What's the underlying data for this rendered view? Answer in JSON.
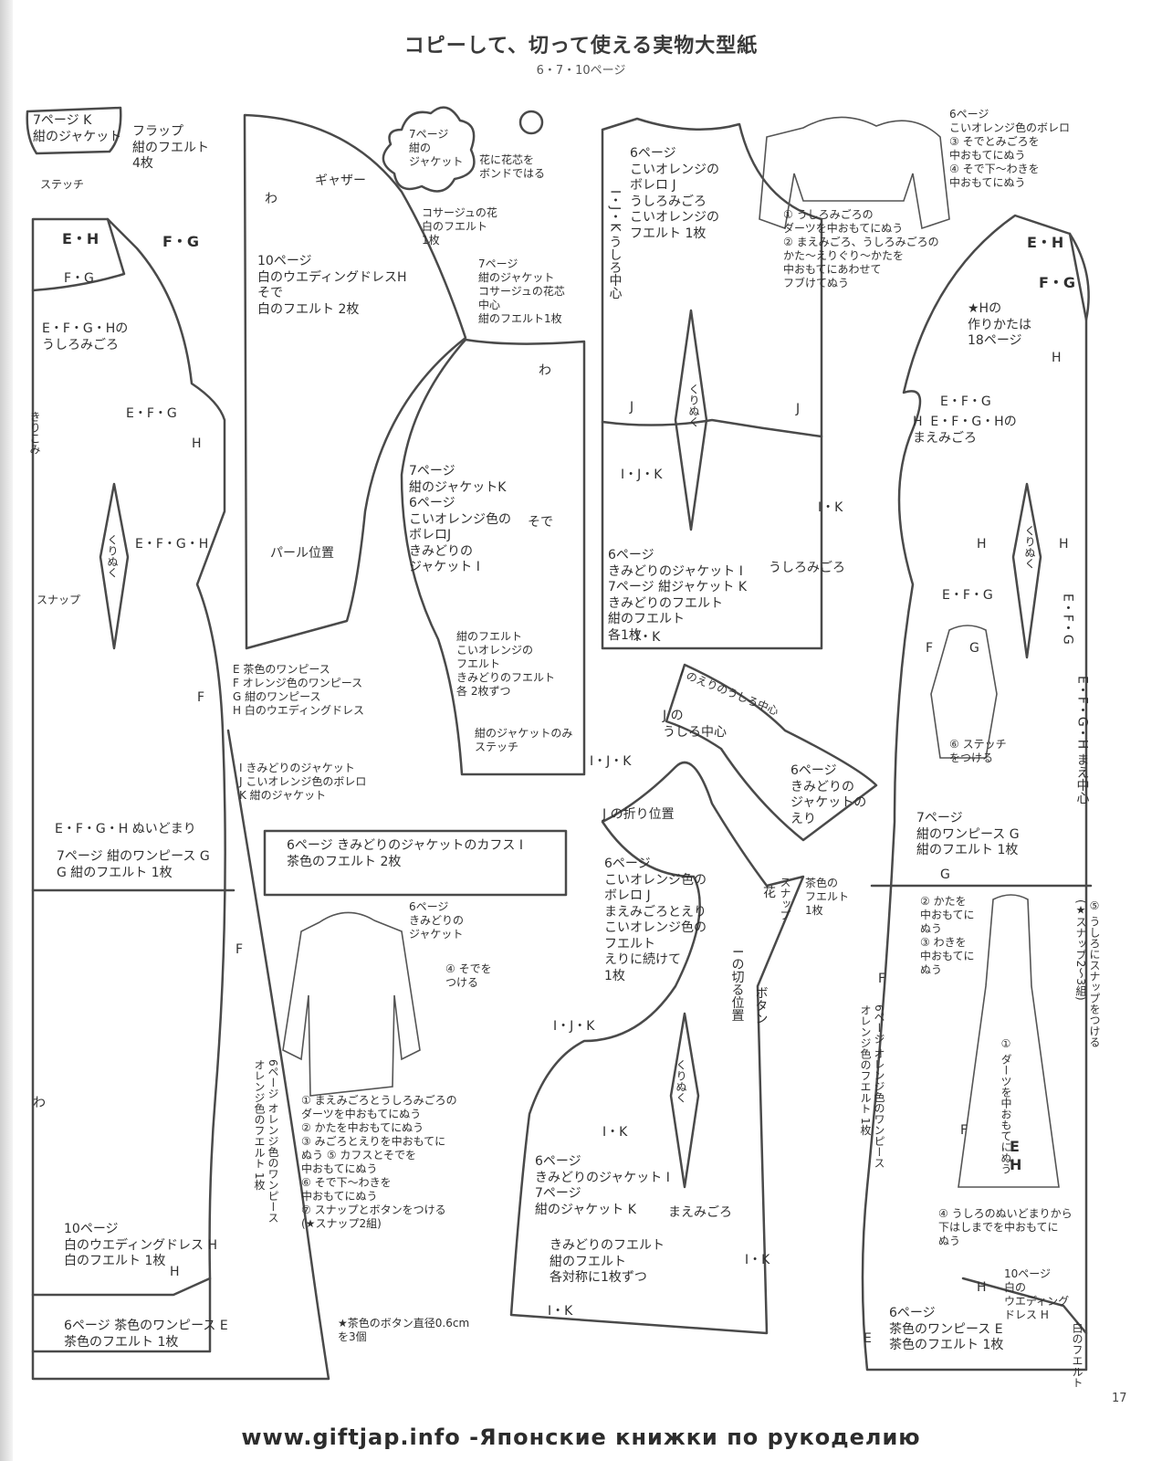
{
  "header": {
    "title": "コピーして、切って使える実物大型紙",
    "subtitle": "6・7・10ページ"
  },
  "labels": {
    "flap_k": "7ページ K\n紺のジャケット",
    "flap_desc": "フラップ\n紺のフエルト\n4枚",
    "stitch": "ステッチ",
    "corsage_tag": "7ページ\n紺の\nジャケット",
    "flower_note": "花に花芯を\nボンドではる",
    "corsage_flower": "コサージュの花\n白のフエルト\n1枚",
    "corsage_center": "7ページ\n紺のジャケット\nコサージュの花芯\n中心\n紺のフエルト1枚",
    "gather": "ギャザー",
    "wa": "わ",
    "dress_h_sleeve": "10ページ\n白のウエディングドレスH\nそで\n白のフエルト 2枚",
    "pearl": "パール位置",
    "back_efgh": "E・F・G・Hの\nうしろみごろ",
    "eh_top_left": "E・H",
    "fg_top_left": "F・G",
    "fg_side_left": "F・G",
    "efg_left": "E・F・G",
    "h_left": "H",
    "kiri": "きりこみ",
    "kurinuku": "くりぬく",
    "efgh_left": "E・F・G・H",
    "snap_left": "スナップ",
    "f_left": "F",
    "dress_list": "E 茶色のワンピース\nF オレンジ色のワンピース\nG 紺のワンピース\nH 白のウエディングドレス",
    "jacket_list": "I きみどりのジャケット\nJ こいオレンジ色のボレロ\nK 紺のジャケット",
    "seam_end": "E・F・G・H ぬいどまり",
    "navy_dress_g": "7ページ 紺のワンピース G\nG 紺のフエルト 1枚",
    "cuff": "6ページ きみどりのジャケットのカフス I\n茶色のフエルト 2枚",
    "wedding_back": "10ページ\n白のウエディングドレス H\n白のフエルト 1枚",
    "h_bottom_left": "H",
    "brown_back": "6ページ 茶色のワンピース E\n茶色のフエルト 1枚",
    "f_mid_left": "F",
    "orange_dress_vert": "6ページ オレンジ色のワンピース\nオレンジ色のフエルト 1枚",
    "sleeve_ijk": "7ページ\n紺のジャケットK\n6ページ\nこいオレンジ色の\nボレロJ\nきみどりの\nジャケット I",
    "sode": "そで",
    "sleeve_felt": "紺のフエルト\nこいオレンジの\nフエルト\nきみどりのフエルト\n各 2枚ずつ",
    "navy_only_stitch": "紺のジャケットのみ\nステッチ",
    "ijk_sleeve_bottom": "I・J・K",
    "bolero_back": "6ページ\nこいオレンジの\nボレロ J\nうしろみごろ\nこいオレンジの\nフエルト 1枚",
    "ijk_back_center": "I・J・K うしろ中心",
    "j_mark": "J",
    "ijk_mark": "I・J・K",
    "ik_mark": "I・K",
    "back_jackets": "6ページ\nきみどりのジャケット I\n7ページ 紺ジャケット K\nきみどりのフエルト\n紺のフエルト\n各1枚",
    "ushiro_migoro": "うしろみごろ",
    "collar_label": "I のえりのうしろ中心",
    "j_back_center": "J の\nうしろ中心",
    "collar_i": "6ページ\nきみどりの\nジャケットの\nえり",
    "j_fold": "J の折り位置",
    "bolero_front": "6ページ\nこいオレンジ色の\nボレロ J\nまえみごろとえり\nこいオレンジ色の\nフエルト\nえりに続けて\n1枚",
    "brown_felt_flower": "茶色の\nフエルト\n1枚",
    "flower": "花",
    "snap_mid": "スナップ",
    "cut_pos": "I の切る位置",
    "button": "ボタン",
    "front_jackets": "6ページ\nきみどりのジャケット I\n7ページ\n紺のジャケット K",
    "mae_migoro": "まえみごろ",
    "front_felt": "きみどりのフエルト\n紺のフエルト\n各対称に1枚ずつ",
    "bolero_inst": "6ページ\nこいオレンジ色のボレロ\n③ そでとみごろを\n中おもてにぬう\n④ そで下〜わきを\n中おもてにぬう",
    "bolero_inst2": "① うしろみごろの\nダーツを中おもてにぬう\n② まえみごろ、うしろみごろの\nかた〜えりぐり〜かたを\n中おもてにあわせて\nフブけてぬう",
    "h_howto": "★Hの\n作りかたは\n18ページ",
    "eh_top_right": "E・H",
    "fg_top_right": "F・G",
    "h_right": "H",
    "efg_right": "E・F・G",
    "efgh_front": "H  E・F・G・Hの\nまえみごろ",
    "h_r1": "H",
    "h_r2": "H",
    "efg_r2": "E・F・G",
    "f_right": "F",
    "g_mark": "G",
    "stitch_on": "⑥ ステッチ\nをつける",
    "efg_vert": "E・F・G",
    "front_center_vert": "E・F・G・H まえ中心",
    "navy_front_g": "7ページ\n紺のワンピース G\n紺のフエルト 1枚",
    "g_right": "G",
    "dress_inst_l": "② かたを\n中おもてに\nぬう\n③ わきを\n中おもてに\nぬう",
    "dress_inst_r": "⑤ うしろにスナップをつける\n(★スナップ2〜3組)",
    "dart": "① ダーツを中おもてにぬう",
    "eh_dress": "E\nH",
    "f_dress": "F",
    "dress_seam": "④ うしろのぬいどまりから\n下はしまでを中おもてに\nぬう",
    "wedding_front": "10ページ\n白の\nウエディング\nドレス H",
    "white_felt": "白のフエルト",
    "brown_front": "6ページ\n茶色のワンピース E\n茶色のフエルト 1枚",
    "e_bottom": "E",
    "h_bottom": "H",
    "orange_dress_right": "6ページ オレンジ色のワンピース\nオレンジ色のフエルト 1枚",
    "f_right2": "F",
    "jacket_illus": "6ページ\nきみどりの\nジャケット",
    "sode_tsukeru": "④ そでを\nつける",
    "jacket_inst": "① まえみごろとうしろみごろの\nダーツを中おもてにぬう\n② かたを中おもてにぬう\n③ みごろとえりを中おもてに\nぬう ⑤ カフスとそでを\n中おもてにぬう\n⑥ そで下〜わきを\n中おもてにぬう\n⑦ スナップとボタンをつける\n(★スナップ2組)",
    "button_note": "★茶色のボタン直径0.6cm\nを3個",
    "ijk_bottom_mid": "I・J・K",
    "ik_bottom_right": "I・K",
    "ik_bottom_mid": "I・K"
  },
  "footer": {
    "text": "www.giftjap.info -Японские книжки по рукоделию",
    "page_number": "17"
  }
}
